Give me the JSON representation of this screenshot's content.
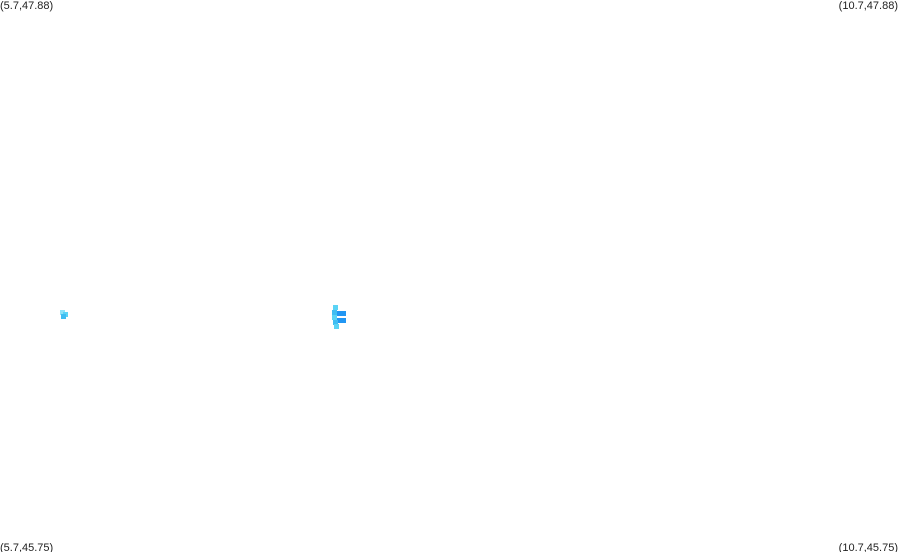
{
  "map": {
    "corners": {
      "top_left": "(5.7,47.88)",
      "top_right": "(10.7,47.88)",
      "bottom_left": "(5.7,45.75)",
      "bottom_right": "(10.7,45.75)"
    },
    "colors": {
      "background": "#ffffff",
      "light_cyan": "#5ad3f5",
      "cyan": "#3fbdf2",
      "blue": "#2196f3"
    }
  }
}
